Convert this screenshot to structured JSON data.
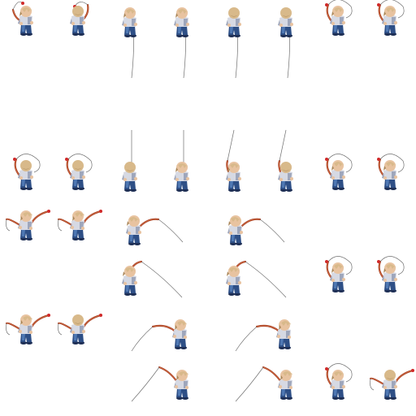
{
  "sheet": {
    "palette": {
      "background": "#ffffff",
      "hair": "#d8b98a",
      "hair_shadow": "#a98658",
      "skin": "#e8c3a0",
      "shirt": "#d6d9e3",
      "shirt_shade": "#9ea6bb",
      "pants": "#2e4f86",
      "pants_light": "#4f78b3",
      "shoes": "#1e2f55",
      "whip": "#a8442a",
      "whip_light": "#d06a3e",
      "line": "#6f6f6f",
      "lure": "#d02a2a"
    },
    "frames": [
      {
        "pose": "front",
        "prop": "whip-left"
      },
      {
        "pose": "back",
        "prop": "whip-up-red-tip"
      },
      {
        "pose": "front",
        "prop": "rod-down-line"
      },
      {
        "pose": "front",
        "prop": "rod-down-line"
      },
      {
        "pose": "back",
        "prop": "rod-down-line"
      },
      {
        "pose": "back",
        "prop": "rod-down-line"
      },
      {
        "pose": "front",
        "prop": "whip-loop"
      },
      {
        "pose": "front",
        "prop": "whip-loop"
      },
      {
        "pose": "back",
        "prop": "whip-loop"
      },
      {
        "pose": "back",
        "prop": "whip-loop"
      },
      {
        "pose": "back",
        "prop": "line-up"
      },
      {
        "pose": "front",
        "prop": "line-up"
      },
      {
        "pose": "front",
        "prop": "whip-line-up"
      },
      {
        "pose": "back",
        "prop": "whip-line-up"
      },
      {
        "pose": "front",
        "prop": "whip-loop"
      },
      {
        "pose": "front",
        "prop": "whip-loop"
      },
      {
        "pose": "side-left",
        "prop": "whip-arc"
      },
      {
        "pose": "side-left",
        "prop": "whip-arc"
      },
      {
        "pose": "side-right",
        "prop": "rod-right"
      },
      {
        "pose": "side-right",
        "prop": "rod-right"
      },
      {
        "pose": "side-right",
        "prop": "rod-right-long"
      },
      {
        "pose": "side-right",
        "prop": "rod-right-long"
      },
      {
        "pose": "front",
        "prop": "whip-loop"
      },
      {
        "pose": "front",
        "prop": "whip-loop"
      },
      {
        "pose": "side-left",
        "prop": "whip-arc"
      },
      {
        "pose": "back",
        "prop": "whip-arc"
      },
      {
        "pose": "side-left",
        "prop": "rod-left"
      },
      {
        "pose": "side-left",
        "prop": "rod-left"
      },
      {
        "pose": "side-left",
        "prop": "rod-left-long"
      },
      {
        "pose": "side-left",
        "prop": "rod-left-long"
      },
      {
        "pose": "front",
        "prop": "whip-loop"
      },
      {
        "pose": "back",
        "prop": "whip-arc"
      }
    ]
  }
}
